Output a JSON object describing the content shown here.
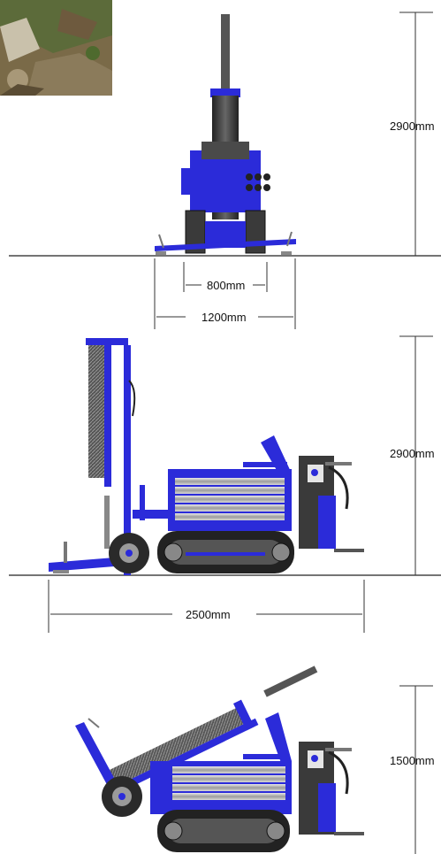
{
  "photo": {
    "icon": "ground-rock-photo"
  },
  "front_view": {
    "height_label": "2900mm",
    "track_width_label": "800mm",
    "outrigger_width_label": "1200mm"
  },
  "side_view": {
    "height_label": "2900mm",
    "length_label": "2500mm"
  },
  "transport_view": {
    "height_label": "1500mm"
  },
  "colors": {
    "machine_blue": "#2b2bd9",
    "dark_grey": "#3a3a3a",
    "steel": "#9a9a9a",
    "line": "#333333"
  }
}
